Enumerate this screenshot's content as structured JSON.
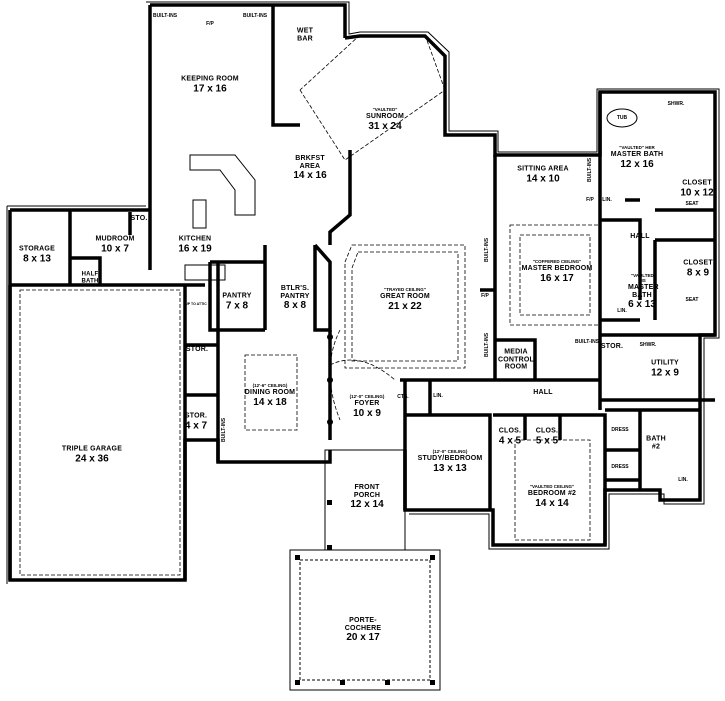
{
  "rooms": {
    "keeping": {
      "name": "KEEPING ROOM",
      "dims": "17 x 16"
    },
    "wetbar": {
      "name": "WET BAR"
    },
    "sunroom": {
      "note": "\"VAULTED\"",
      "name": "SUNROOM",
      "dims": "31 x 24"
    },
    "brkfst": {
      "name": "BRKFST AREA",
      "dims": "14 x 16"
    },
    "kitchen": {
      "name": "KITCHEN",
      "dims": "16 x 19"
    },
    "mudroom": {
      "name": "MUDROOM",
      "dims": "10 x 7"
    },
    "sto": {
      "name": "STO."
    },
    "storage": {
      "name": "STORAGE",
      "dims": "8 x 13"
    },
    "halfbath": {
      "name": "HALF BATH"
    },
    "pantry": {
      "name": "PANTRY",
      "dims": "7 x 8"
    },
    "btlr": {
      "name": "BTLR'S. PANTRY",
      "dims": "8 x 8"
    },
    "great": {
      "note": "\"TRAYED CEILING\"",
      "name": "GREAT ROOM",
      "dims": "21 x 22"
    },
    "sitting": {
      "name": "SITTING AREA",
      "dims": "14 x 10"
    },
    "master": {
      "note": "\"COFFERED CEILING\"",
      "name": "MASTER BEDROOM",
      "dims": "16 x 17"
    },
    "herbath": {
      "note": "\"VAULTED\" HER",
      "name": "MASTER BATH",
      "dims": "12 x 16"
    },
    "closet1": {
      "name": "CLOSET",
      "dims": "10 x 12"
    },
    "hall1": {
      "name": "HALL"
    },
    "closet2": {
      "name": "CLOSET",
      "dims": "8 x 9"
    },
    "hisbath": {
      "note": "\"VAULTED\" HIS",
      "name": "MASTER BATH",
      "dims": "6 x 13"
    },
    "utility": {
      "name": "UTILITY",
      "dims": "12 x 9"
    },
    "media": {
      "name": "MEDIA CONTROL ROOM"
    },
    "hall2": {
      "name": "HALL"
    },
    "garage": {
      "name": "TRIPLE GARAGE",
      "dims": "24 x 36"
    },
    "stor1": {
      "name": "STOR."
    },
    "stor2": {
      "name": "STOR.",
      "dims": "4 x 7"
    },
    "stor3": {
      "name": "STOR."
    },
    "dining": {
      "note": "(12'-6\" CEILING)",
      "name": "DINING ROOM",
      "dims": "14 x 18"
    },
    "foyer": {
      "note": "(12'-0\" CEILING)",
      "name": "FOYER",
      "dims": "10 x 9"
    },
    "study": {
      "note": "(12'-0\" CEILING)",
      "name": "STUDY/BEDROOM",
      "dims": "13 x 13"
    },
    "clos1": {
      "name": "CLOS.",
      "dims": "4 x 5"
    },
    "clos2": {
      "name": "CLOS.",
      "dims": "5 x 5"
    },
    "bed2": {
      "note": "\"VAULTED CEILING\"",
      "name": "BEDROOM #2",
      "dims": "14 x 14"
    },
    "bath2": {
      "name": "BATH #2"
    },
    "porch": {
      "name": "FRONT PORCH",
      "dims": "12 x 14"
    },
    "porte": {
      "name": "PORTE-COCHERE",
      "dims": "20 x 17"
    }
  },
  "small_labels": {
    "fp_top": "F/P",
    "fp_great": "F/P",
    "fp_master": "F/P",
    "builtin_l": "BUILT-INS",
    "builtin_r": "BUILT-INS",
    "builtin_great1": "BUILT-INS",
    "builtin_great2": "BUILT-INS",
    "builtin_dining": "BUILT-INS",
    "builtin_hall": "BUILT-INS",
    "builtin_sit": "BUILT-INS",
    "cts": "CTS.",
    "lin_foyer": "LIN.",
    "lin_her": "LIN.",
    "lin_his": "LIN.",
    "lin_bath2": "LIN.",
    "tub": "TUB",
    "shwr1": "SHWR.",
    "shwr2": "SHWR.",
    "seat1": "SEAT",
    "seat2": "SEAT",
    "dress1": "DRESS",
    "dress2": "DRESS",
    "up_attic": "UP TO ATTIC"
  }
}
